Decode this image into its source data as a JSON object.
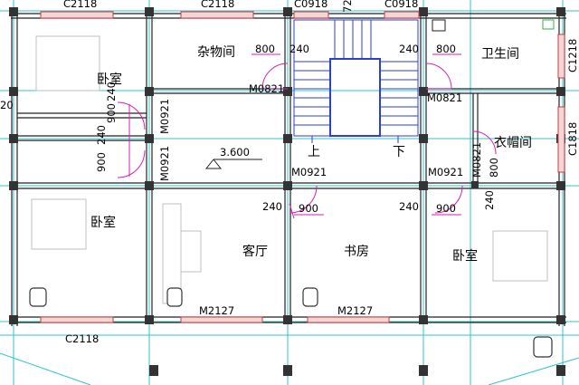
{
  "rooms": {
    "bedroom_top_left": "卧室",
    "storage": "杂物间",
    "bathroom": "卫生间",
    "cloakroom": "衣帽间",
    "bedroom_mid_left": "卧室",
    "living": "客厅",
    "study": "书房",
    "bedroom_right": "卧室"
  },
  "stair_labels": {
    "up": "上",
    "down": "下"
  },
  "level": "3.600",
  "windows": {
    "top_left": "C2118",
    "top_mid": "C2118",
    "top_stair_left": "C0918",
    "top_stair_right": "C0918",
    "top_stair_dim": "72",
    "right_upper": "C1218",
    "right_lower": "C1818",
    "bottom_left": "C2118"
  },
  "doors": {
    "storage": "M0821",
    "bath": "M0821",
    "left_a": "M0921",
    "left_b": "M0921",
    "mid": "M0921",
    "right": "M0921",
    "cloak": "M0821",
    "living": "M2127",
    "study": "M2127"
  },
  "dims": {
    "d800_storage": "800",
    "d240_storage": "240",
    "d240_bath": "240",
    "d800_bath": "800",
    "d240_left": "240",
    "d900_left": "900",
    "d900_left2": "900",
    "d240_left2": "240",
    "d20": "20",
    "d800_cloak": "800",
    "d240_cloak": "240",
    "d240_living": "240",
    "d900_living": "900",
    "d240_study": "240",
    "d900_study": "900"
  }
}
